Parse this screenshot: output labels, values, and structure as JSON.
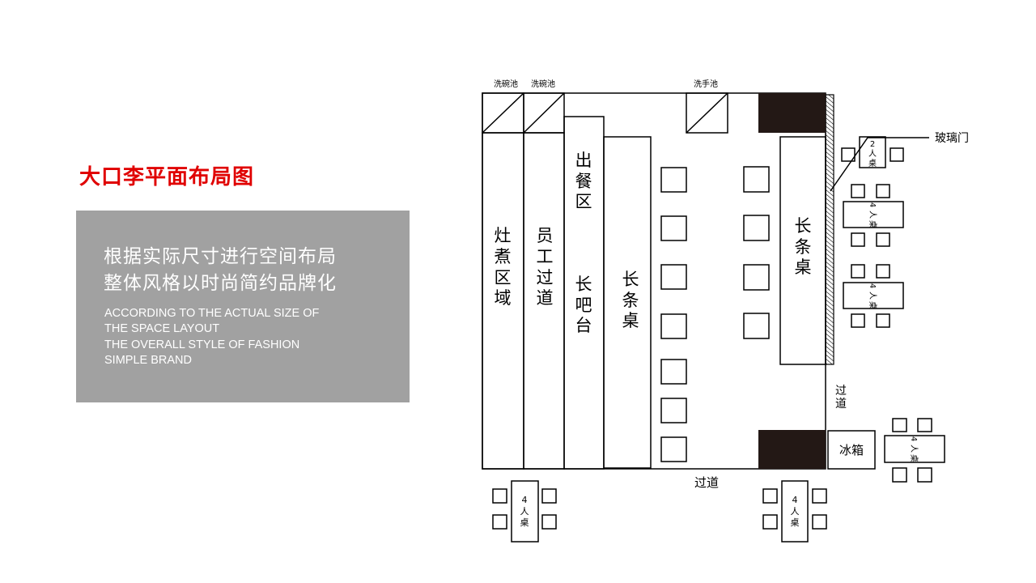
{
  "title": "大口李平面布局图",
  "description": {
    "cn": [
      "根据实际尺寸进行空间布局",
      "整体风格以时尚简约品牌化"
    ],
    "en": [
      "ACCORDING TO THE ACTUAL SIZE OF",
      "THE SPACE LAYOUT",
      "THE OVERALL STYLE OF FASHION",
      "SIMPLE BRAND"
    ]
  },
  "colors": {
    "title": "#e00000",
    "panel": "#a1a1a1",
    "block": "#231815"
  },
  "floorplan": {
    "dishwash_sink": "洗碗池",
    "hand_sink": "洗手池",
    "glass_door": "玻璃门",
    "cooking_area": [
      "灶",
      "煮",
      "区",
      "域"
    ],
    "staff_passage": [
      "员",
      "工",
      "过",
      "道"
    ],
    "serving_area": [
      "出",
      "餐",
      "区"
    ],
    "long_bar": [
      "长",
      "吧",
      "台"
    ],
    "long_table": [
      "长",
      "条",
      "桌"
    ],
    "passage_bottom": "过道",
    "passage_side": [
      "过",
      "道"
    ],
    "fridge": "冰箱",
    "two_seat": [
      "2",
      "人",
      "桌"
    ],
    "four_seat": [
      "4",
      "人",
      "桌"
    ]
  }
}
